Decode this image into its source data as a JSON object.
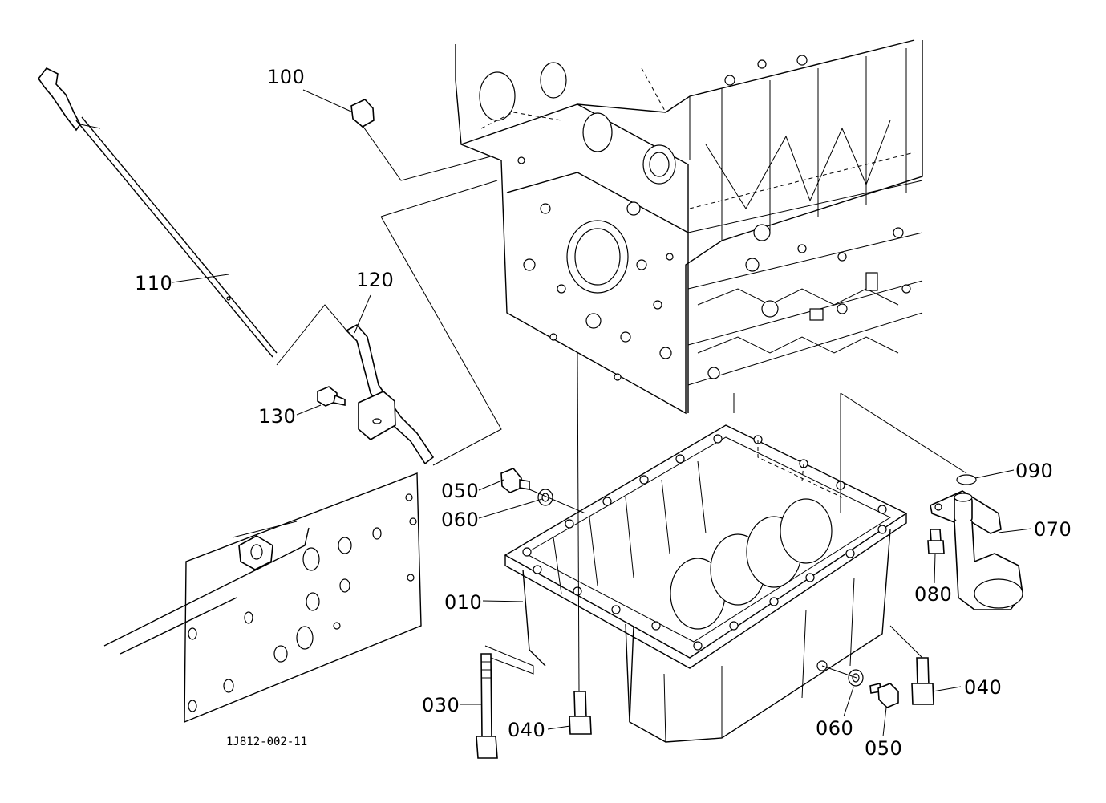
{
  "diagram": {
    "drawing_code": "1J812-002-11",
    "callouts": [
      {
        "id": "c100",
        "label": "100"
      },
      {
        "id": "c110",
        "label": "110"
      },
      {
        "id": "c120",
        "label": "120"
      },
      {
        "id": "c130",
        "label": "130"
      },
      {
        "id": "c050a",
        "label": "050"
      },
      {
        "id": "c060a",
        "label": "060"
      },
      {
        "id": "c010",
        "label": "010"
      },
      {
        "id": "c030",
        "label": "030"
      },
      {
        "id": "c040a",
        "label": "040"
      },
      {
        "id": "c090",
        "label": "090"
      },
      {
        "id": "c070",
        "label": "070"
      },
      {
        "id": "c080",
        "label": "080"
      },
      {
        "id": "c040b",
        "label": "040"
      },
      {
        "id": "c060b",
        "label": "060"
      },
      {
        "id": "c050b",
        "label": "050"
      }
    ]
  }
}
